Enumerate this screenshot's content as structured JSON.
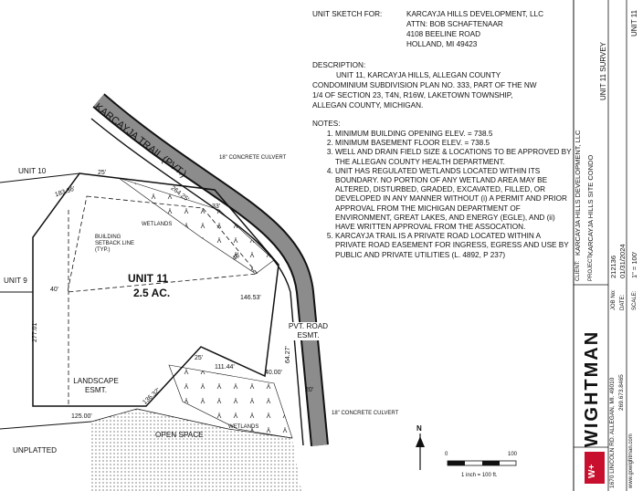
{
  "header": {
    "sketch_label": "UNIT SKETCH FOR:",
    "client_lines": [
      "KARCAYJA HILLS DEVELOPMENT, LLC",
      "ATTN: BOB SCHAFTENAAR",
      "4108 BEELINE ROAD",
      "HOLLAND, MI 49423"
    ]
  },
  "description": {
    "title": "DESCRIPTION:",
    "lines": [
      "UNIT 11, KARCAYJA HILLS, ALLEGAN COUNTY",
      "CONDOMINIUM SUBDIVISION PLAN NO. 333, PART OF THE NW",
      "1/4 OF SECTION 23, T4N, R16W, LAKETOWN TOWNSHIP,",
      "ALLEGAN COUNTY, MICHIGAN."
    ]
  },
  "notes": {
    "title": "NOTES:",
    "items": [
      "MINIMUM BUILDING OPENING ELEV. = 738.5",
      "MINIMUM BASEMENT FLOOR ELEV. = 738.5",
      "WELL AND DRAIN FIELD SIZE & LOCATIONS TO BE APPROVED BY THE ALLEGAN COUNTY HEALTH DEPARTMENT.",
      "UNIT HAS REGULATED WETLANDS LOCATED WITHIN ITS BOUNDARY. NO PORTION OF ANY WETLAND AREA MAY BE ALTERED, DISTURBED, GRADED, EXCAVATED, FILLED, OR DEVELOPED IN ANY MANNER WITHOUT (i) A PERMIT AND PRIOR APPROVAL FROM THE MICHIGAN DEPARTMENT OF ENVIRONMENT, GREAT LAKES, AND ENERGY (EGLE), AND (ii) HAVE WRITTEN APPROVAL FROM THE ASSOCATION.",
      "KARCAYJA TRAIL IS A PRIVATE ROAD LOCATED WITHIN A PRIVATE ROAD EASEMENT FOR INGRESS, EGRESS AND USE BY PUBLIC AND PRIVATE UTILITIES (L. 4892, P 237)"
    ]
  },
  "map": {
    "road_label": "KARCAYJA TRAIL (PVT.)",
    "culvert_top": "18\" CONCRETE CULVERT",
    "culvert_bottom": "18\" CONCRETE CULVERT",
    "unit10": "UNIT 10",
    "unit9": "UNIT 9",
    "unplatted": "UNPLATTED",
    "unit_title": "UNIT 11",
    "unit_area": "2.5 AC.",
    "setback": "BUILDING SETBACK LINE (TYP.)",
    "wetlands_top": "WETLANDS",
    "wetlands_bottom": "WETLANDS",
    "open_space": "OPEN SPACE",
    "landscape": "LANDSCAPE ESMT.",
    "pvt_road": "PVT. ROAD ESMT.",
    "dims": {
      "d183": "183.36'",
      "d25a": "25'",
      "d264": "264.25'",
      "d33": "33'",
      "d40diag": "40'",
      "d40left": "40'",
      "d146": "146.53'",
      "d277": "277.01'",
      "d111": "111.44'",
      "d40b": "40.00'",
      "d64": "64.27'",
      "d20": "20'",
      "d25b": "25'",
      "d136": "136.32'",
      "d125": "125.00'"
    },
    "scale_0": "0",
    "scale_100": "100",
    "scale_text": "1 inch = 100 ft.",
    "north": "N"
  },
  "titleblock": {
    "unit_top": "UNIT 11",
    "survey": "UNIT 11 SURVEY",
    "client_label": "CLIENT:",
    "client": "KARCAYJA HILLS DEVELOPMENT, LLC",
    "project_label": "PROJECT:",
    "project": "KARCAYJA HILLS SITE CONDO",
    "job_label": "JOB No:",
    "job": "212136",
    "date_label": "DATE:",
    "date": "01/31/2024",
    "scale_label": "SCALE:",
    "scale": "1\" = 100'",
    "company": "WIGHTMAN",
    "address": "1670 LINCOLN RD.  ALLEGAN, MI. 49010",
    "phone": "269.673.8465",
    "web": "www.gowightman.com",
    "logo": "W+"
  },
  "colors": {
    "road_fill": "#8c8c8c",
    "logo_red": "#c8102e"
  }
}
